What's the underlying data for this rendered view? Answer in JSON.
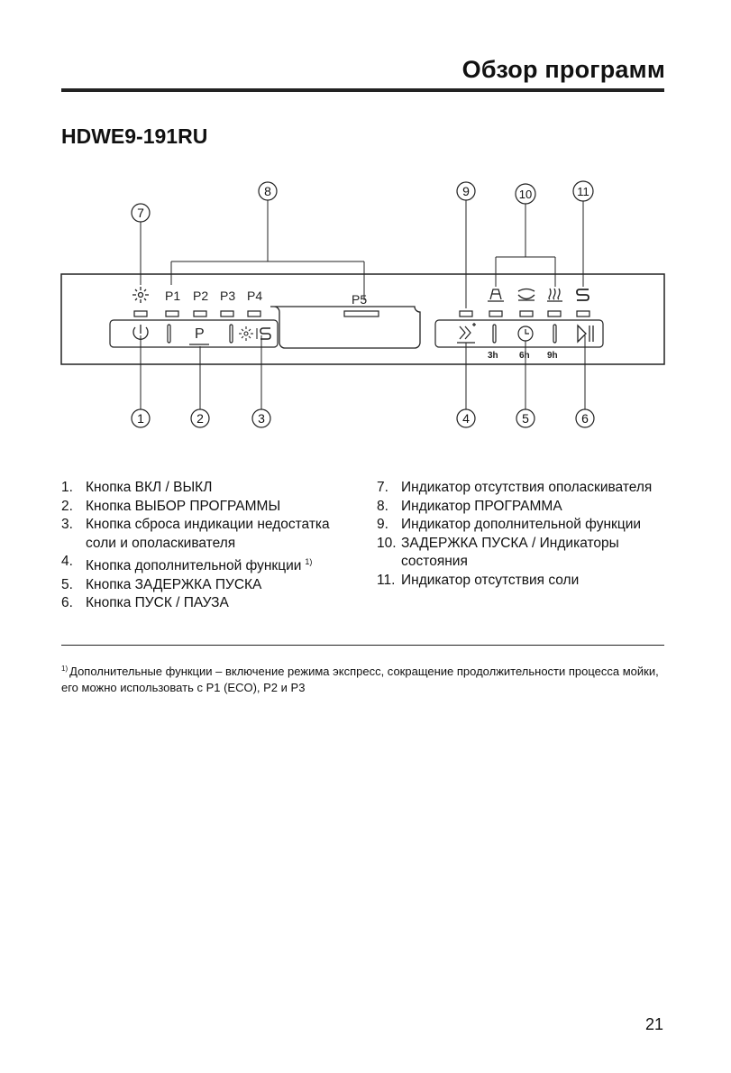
{
  "header": {
    "title": "Обзор программ"
  },
  "model": "HDWE9-191RU",
  "panel": {
    "program_labels": [
      "P1",
      "P2",
      "P3",
      "P4",
      "P5"
    ],
    "button_p_label": "P",
    "delay_labels": [
      "3h",
      "6h",
      "9h"
    ],
    "callouts": [
      "1",
      "2",
      "3",
      "4",
      "5",
      "6",
      "7",
      "8",
      "9",
      "10",
      "11"
    ]
  },
  "legend_left": [
    {
      "num": "1.",
      "text": "Кнопка ВКЛ / ВЫКЛ"
    },
    {
      "num": "2.",
      "text": "Кнопка ВЫБОР ПРОГРАММЫ"
    },
    {
      "num": "3.",
      "text": "Кнопка сброса индикации недостатка соли и ополаскивателя"
    },
    {
      "num": "4.",
      "text": "Кнопка дополнительной функции",
      "sup": "1)"
    },
    {
      "num": "5.",
      "text": "Кнопка ЗАДЕРЖКА ПУСКА"
    },
    {
      "num": "6.",
      "text": "Кнопка ПУСК / ПАУЗА"
    }
  ],
  "legend_right": [
    {
      "num": "7.",
      "text": "Индикатор отсутствия ополаскивателя"
    },
    {
      "num": "8.",
      "text": "Индикатор ПРОГРАММА"
    },
    {
      "num": "9.",
      "text": "Индикатор дополнительной функции"
    },
    {
      "num": "10.",
      "text": "ЗАДЕРЖКА ПУСКА / Индикаторы состояния"
    },
    {
      "num": "11.",
      "text": "Индикатор отсутствия соли"
    }
  ],
  "footnote": {
    "marker": "1)",
    "text": "Дополнительные функции – включение режима экспресс, сокращение продолжительности процесса мойки, его можно использовать с P1 (ECO), P2 и P3"
  },
  "page_number": "21"
}
